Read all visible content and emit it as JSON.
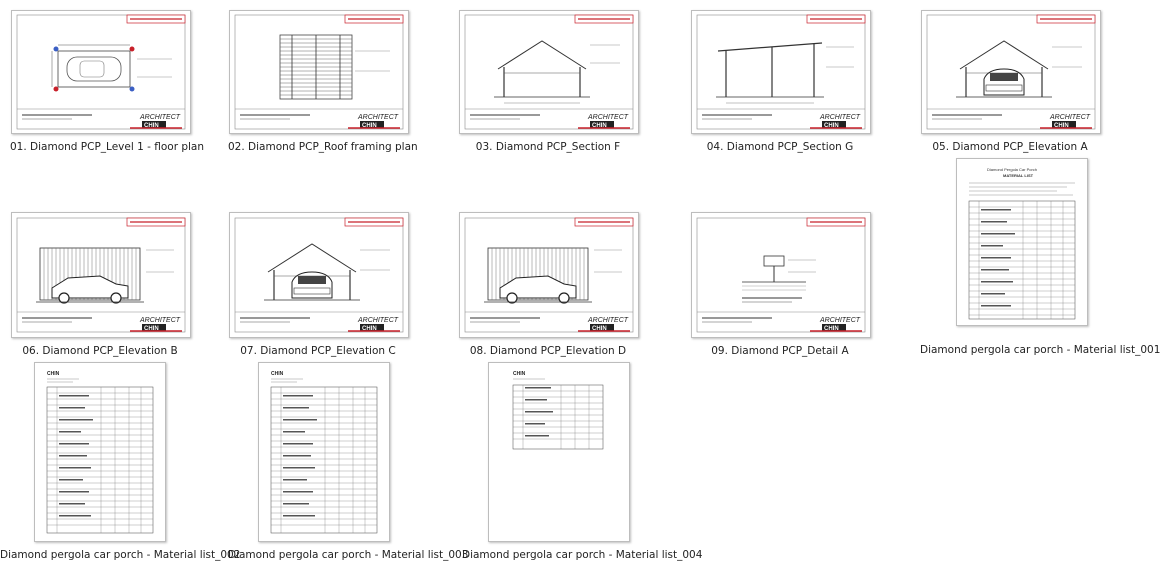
{
  "window": {
    "title": ""
  },
  "files": [
    {
      "name": "01. Diamond PCP_Level 1 - floor plan",
      "kind": "drawing",
      "view": "floor-plan"
    },
    {
      "name": "02. Diamond PCP_Roof framing plan",
      "kind": "drawing",
      "view": "roof-framing"
    },
    {
      "name": "03. Diamond PCP_Section F",
      "kind": "drawing",
      "view": "section-gable"
    },
    {
      "name": "04. Diamond PCP_Section G",
      "kind": "drawing",
      "view": "section-flat"
    },
    {
      "name": "05. Diamond PCP_Elevation A",
      "kind": "drawing",
      "view": "elevation-front-car"
    },
    {
      "name": "06. Diamond PCP_Elevation B",
      "kind": "drawing",
      "view": "elevation-side-car"
    },
    {
      "name": "07. Diamond PCP_Elevation C",
      "kind": "drawing",
      "view": "elevation-front-car"
    },
    {
      "name": "08. Diamond PCP_Elevation D",
      "kind": "drawing",
      "view": "elevation-side-car"
    },
    {
      "name": "09. Diamond PCP_Detail A",
      "kind": "drawing",
      "view": "detail"
    },
    {
      "name": "Diamond pergola car porch - Material list_001",
      "kind": "document"
    },
    {
      "name": "Diamond pergola car porch - Material list_002",
      "kind": "document"
    },
    {
      "name": "Diamond pergola car porch - Material list_003",
      "kind": "document"
    },
    {
      "name": "Diamond pergola car porch - Material list_004",
      "kind": "document"
    }
  ],
  "colors": {
    "stamp_red": "#c8202a",
    "line": "#4a4a4a",
    "caption": "#1f1f1f"
  }
}
